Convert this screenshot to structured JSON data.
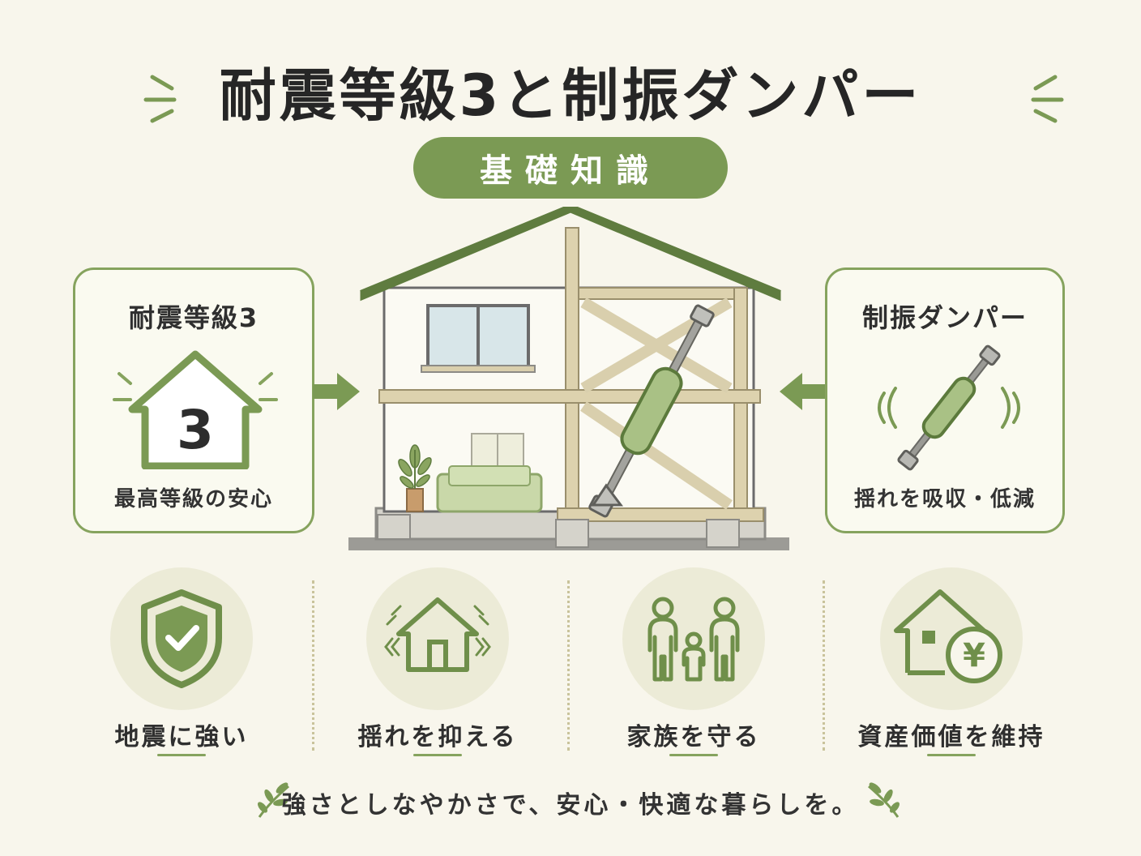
{
  "title": "耐震等級3と制振ダンパー",
  "badge": "基礎知識",
  "left_card": {
    "title": "耐震等級3",
    "number": "3",
    "subtitle": "最高等級の安心"
  },
  "right_card": {
    "title": "制振ダンパー",
    "subtitle": "揺れを吸収・低減"
  },
  "features": [
    {
      "label": "地震に強い",
      "icon": "shield-check-icon"
    },
    {
      "label": "揺れを抑える",
      "icon": "house-shake-icon"
    },
    {
      "label": "家族を守る",
      "icon": "family-icon"
    },
    {
      "label": "資産価値を維持",
      "icon": "house-yen-icon"
    }
  ],
  "feature_yen": "¥",
  "tagline": "強さとしなやかさで、安心・快適な暮らしを。",
  "colors": {
    "accent": "#7b9a54",
    "accent_light": "#a9c185",
    "background": "#f8f6ec",
    "wood": "#d9cfad"
  }
}
